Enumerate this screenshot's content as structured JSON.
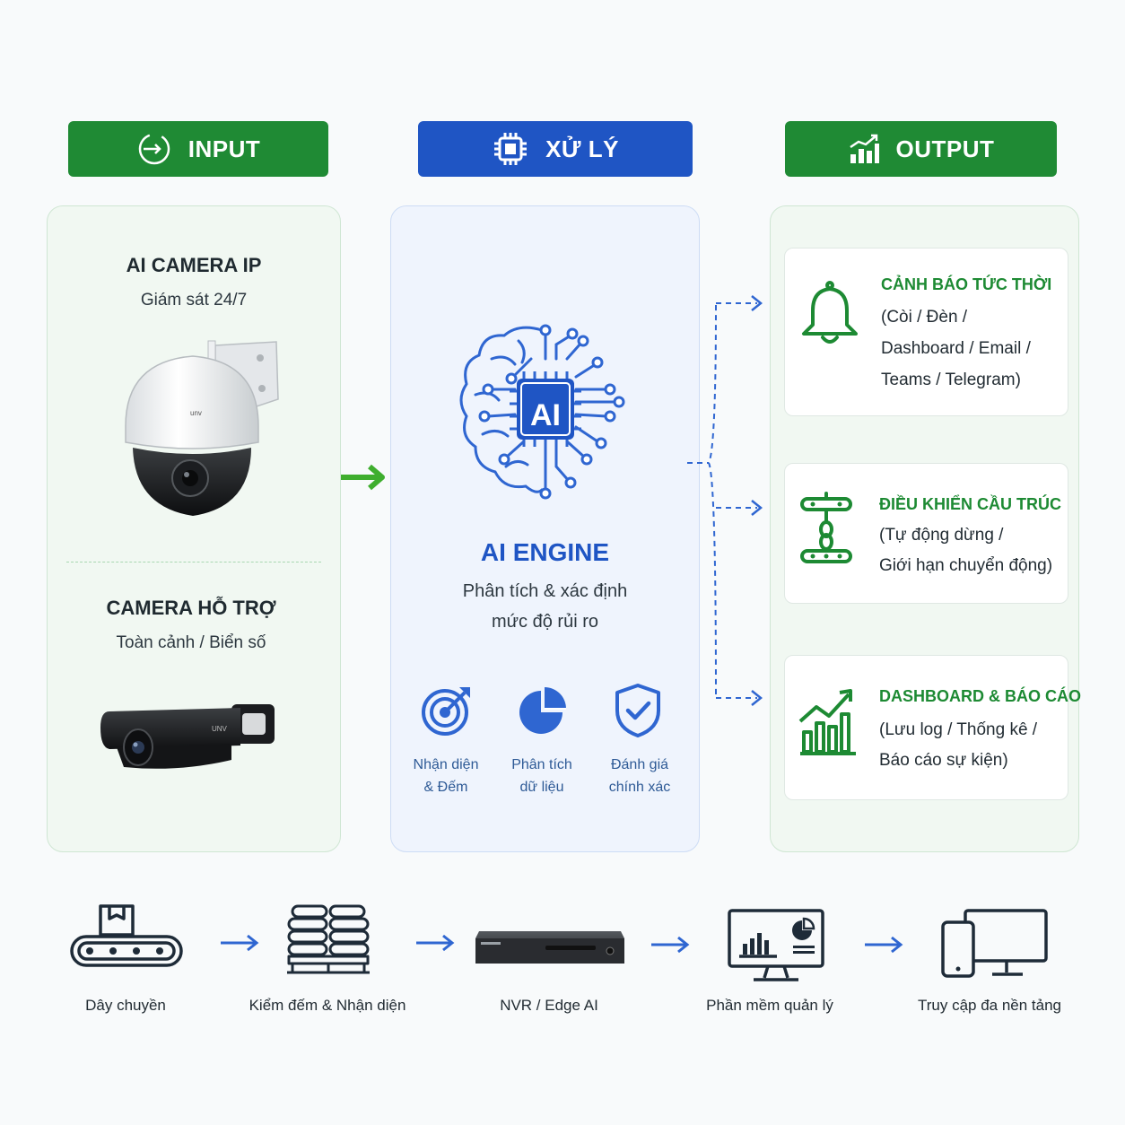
{
  "headers": {
    "input": "INPUT",
    "process": "XỬ LÝ",
    "output": "OUTPUT"
  },
  "input": {
    "camera1_title": "AI CAMERA IP",
    "camera1_sub": "Giám sát 24/7",
    "camera2_title": "CAMERA HỖ TRỢ",
    "camera2_sub": "Toàn cảnh / Biển số"
  },
  "engine": {
    "chip_label": "AI",
    "title": "AI ENGINE",
    "desc_line1": "Phân tích & xác định",
    "desc_line2": "mức độ rủi ro",
    "features": [
      {
        "line1": "Nhận diện",
        "line2": "& Đếm",
        "icon": "target-icon"
      },
      {
        "line1": "Phân tích",
        "line2": "dữ liệu",
        "icon": "pie-chart-icon"
      },
      {
        "line1": "Đánh giá",
        "line2": "chính xác",
        "icon": "shield-check-icon"
      }
    ]
  },
  "outputs": [
    {
      "title": "CẢNH BÁO TỨC THỜI",
      "lines": [
        "(Còi / Đèn /",
        "Dashboard / Email /",
        "Teams / Telegram)"
      ],
      "icon": "bell-icon"
    },
    {
      "title": "ĐIỀU KHIỂN CẦU TRÚC",
      "lines": [
        "(Tự động dừng /",
        "Giới hạn chuyển động)"
      ],
      "icon": "crane-hook-icon"
    },
    {
      "title": "DASHBOARD & BÁO CÁO",
      "lines": [
        "(Lưu log / Thống kê /",
        "Báo cáo sự kiện)"
      ],
      "icon": "growth-chart-icon"
    }
  ],
  "flow": [
    {
      "label": "Dây chuyền",
      "icon": "conveyor-icon"
    },
    {
      "label": "Kiểm đếm & Nhận diện",
      "icon": "stacked-sacks-icon"
    },
    {
      "label": "NVR / Edge AI",
      "icon": "nvr-device-icon"
    },
    {
      "label": "Phần mềm quản lý",
      "icon": "monitor-software-icon"
    },
    {
      "label": "Truy cập đa nền tảng",
      "icon": "multi-device-icon"
    }
  ],
  "camera_brand": "UNV",
  "colors": {
    "green": "#1f8a34",
    "blue": "#1f55c4",
    "arrow_green": "#3fae2e"
  }
}
